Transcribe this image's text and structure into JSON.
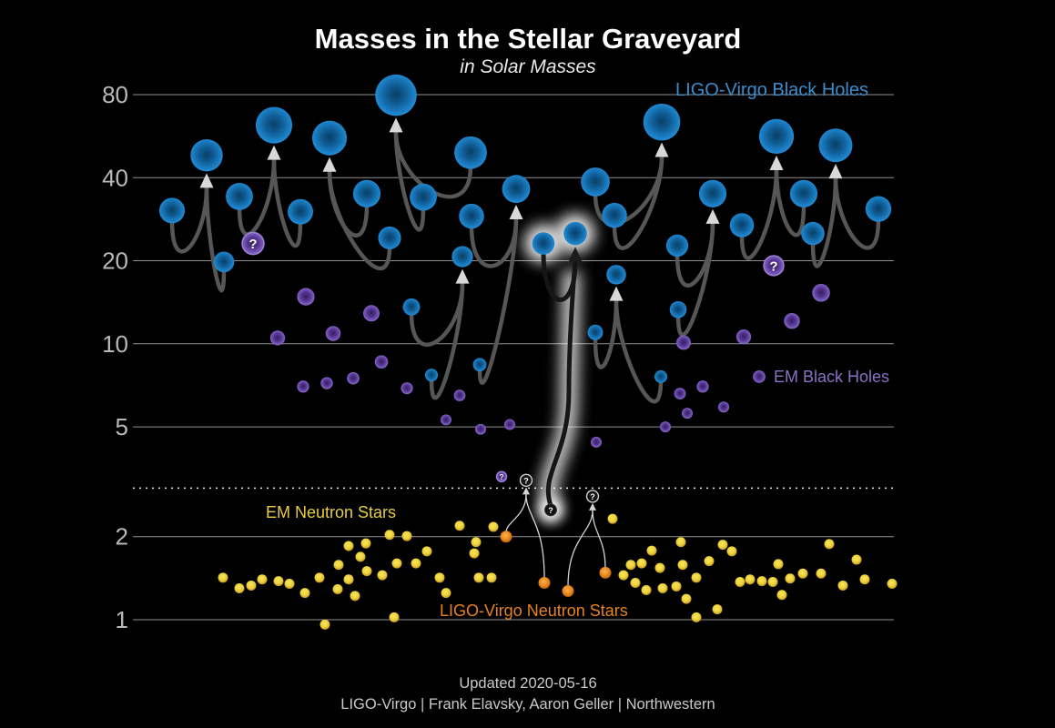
{
  "title": "Masses in the Stellar Graveyard",
  "subtitle": "in Solar Masses",
  "footer": {
    "updated": "Updated 2020-05-16",
    "credits": "LIGO-Virgo | Frank Elavsky, Aaron Geller | Northwestern"
  },
  "axis": {
    "tick_labels": [
      "80",
      "40",
      "20",
      "10",
      "5",
      "2",
      "1"
    ],
    "tick_masses": [
      80,
      40,
      20,
      10,
      5,
      2,
      1
    ],
    "boundary_line_mass": 3
  },
  "legend": {
    "ligo_virgo_black_holes": "LIGO-Virgo Black Holes",
    "em_black_holes": "EM Black Holes",
    "em_neutron_stars": "EM Neutron Stars",
    "ligo_virgo_neutron_stars": "LIGO-Virgo Neutron Stars"
  },
  "colors": {
    "background": "#000000",
    "blue": "#2287cf",
    "purple": "#7b5cb8",
    "yellow": "#e8cd3f",
    "orange": "#e8821f",
    "grid": "#8f8f8f",
    "curve": "#565656",
    "arrow": "#d8d8d8",
    "tick_text": "#b9b9b9",
    "glow": "#ffffff"
  },
  "chart_data": {
    "type": "scatter",
    "yscale": "log",
    "ylabel": "Solar Masses",
    "ylim": [
      0.9,
      90
    ],
    "grid": true,
    "series": [
      {
        "name": "LIGO-Virgo Black Holes",
        "color": "#2287cf",
        "mergers": [
          {
            "progenitors": [
              {
                "x": 189,
                "m": 30.4
              },
              {
                "x": 246,
                "m": 19.8
              }
            ],
            "final": {
              "x": 227,
              "m": 48.2
            }
          },
          {
            "progenitors": [
              {
                "x": 263,
                "m": 34.2
              },
              {
                "x": 330,
                "m": 30.1
              }
            ],
            "final": {
              "x": 301,
              "m": 62.0
            }
          },
          {
            "progenitors": [
              {
                "x": 403,
                "m": 35.0
              },
              {
                "x": 428,
                "m": 24.2
              }
            ],
            "final": {
              "x": 362,
              "m": 55.7
            }
          },
          {
            "progenitors": [
              {
                "x": 465,
                "m": 34.0
              },
              {
                "x": 517,
                "m": 49.3
              }
            ],
            "final": {
              "x": 435,
              "m": 79.6
            }
          },
          {
            "progenitors": [
              {
                "x": 518,
                "m": 29.0
              },
              {
                "x": 527,
                "m": 8.4
              }
            ],
            "final": {
              "x": 567,
              "m": 36.4
            }
          },
          {
            "progenitors": [
              {
                "x": 452,
                "m": 13.6
              },
              {
                "x": 474,
                "m": 7.7
              }
            ],
            "final": {
              "x": 508,
              "m": 20.7
            }
          },
          {
            "progenitors": [
              {
                "x": 597,
                "m": 23.1
              },
              {
                "x": 605,
                "m": 2.5,
                "mystery": true
              }
            ],
            "final": {
              "x": 632,
              "m": 25.1
            },
            "highlight": true
          },
          {
            "progenitors": [
              {
                "x": 654,
                "m": 11.0
              },
              {
                "x": 726,
                "m": 7.6
              }
            ],
            "final": {
              "x": 677,
              "m": 17.8
            }
          },
          {
            "progenitors": [
              {
                "x": 744,
                "m": 22.7
              },
              {
                "x": 745,
                "m": 13.3
              }
            ],
            "final": {
              "x": 783,
              "m": 35.0
            }
          },
          {
            "progenitors": [
              {
                "x": 815,
                "m": 26.9
              },
              {
                "x": 883,
                "m": 35.0
              }
            ],
            "final": {
              "x": 853,
              "m": 56.5
            }
          },
          {
            "progenitors": [
              {
                "x": 893,
                "m": 25.1
              },
              {
                "x": 965,
                "m": 30.8
              }
            ],
            "final": {
              "x": 918,
              "m": 52.4
            }
          },
          {
            "progenitors": [
              {
                "x": 654,
                "m": 38.6
              },
              {
                "x": 675,
                "m": 29.2
              }
            ],
            "final": {
              "x": 727,
              "m": 63.6
            }
          }
        ]
      },
      {
        "name": "EM Black Holes",
        "color": "#7b5cb8",
        "points": [
          {
            "x": 278,
            "m": 23.1,
            "q": true
          },
          {
            "x": 850,
            "m": 19.2,
            "q": true
          },
          {
            "x": 336,
            "m": 14.8
          },
          {
            "x": 408,
            "m": 12.9
          },
          {
            "x": 305,
            "m": 10.5
          },
          {
            "x": 366,
            "m": 10.9
          },
          {
            "x": 419,
            "m": 8.6
          },
          {
            "x": 359,
            "m": 7.2
          },
          {
            "x": 333,
            "m": 7.0
          },
          {
            "x": 388,
            "m": 7.5
          },
          {
            "x": 447,
            "m": 6.9
          },
          {
            "x": 505,
            "m": 6.5
          },
          {
            "x": 490,
            "m": 5.3
          },
          {
            "x": 528,
            "m": 4.9
          },
          {
            "x": 560,
            "m": 5.1
          },
          {
            "x": 655,
            "m": 4.4
          },
          {
            "x": 751,
            "m": 10.1
          },
          {
            "x": 772,
            "m": 7.0
          },
          {
            "x": 747,
            "m": 6.6
          },
          {
            "x": 755,
            "m": 5.6
          },
          {
            "x": 731,
            "m": 5.0
          },
          {
            "x": 795,
            "m": 5.9
          },
          {
            "x": 902,
            "m": 15.3
          },
          {
            "x": 870,
            "m": 12.1
          },
          {
            "x": 817,
            "m": 10.6
          },
          {
            "x": 834,
            "m": 7.6
          },
          {
            "x": 551,
            "m": 3.3,
            "q": true,
            "small": true
          }
        ]
      },
      {
        "name": "EM Neutron Stars",
        "color": "#e8cd3f",
        "points": [
          {
            "x": 245,
            "m": 1.42
          },
          {
            "x": 263,
            "m": 1.3
          },
          {
            "x": 276,
            "m": 1.33
          },
          {
            "x": 288,
            "m": 1.4
          },
          {
            "x": 306,
            "m": 1.38
          },
          {
            "x": 318,
            "m": 1.35
          },
          {
            "x": 335,
            "m": 1.25
          },
          {
            "x": 351,
            "m": 1.42
          },
          {
            "x": 371,
            "m": 1.29
          },
          {
            "x": 372,
            "m": 1.58
          },
          {
            "x": 383,
            "m": 1.85
          },
          {
            "x": 383,
            "m": 1.4
          },
          {
            "x": 390,
            "m": 1.22
          },
          {
            "x": 396,
            "m": 1.69
          },
          {
            "x": 402,
            "m": 1.89
          },
          {
            "x": 403,
            "m": 1.5
          },
          {
            "x": 357,
            "m": 0.96
          },
          {
            "x": 420,
            "m": 1.45
          },
          {
            "x": 428,
            "m": 2.03
          },
          {
            "x": 433,
            "m": 1.02
          },
          {
            "x": 436,
            "m": 1.6
          },
          {
            "x": 447,
            "m": 2.01
          },
          {
            "x": 457,
            "m": 1.6
          },
          {
            "x": 469,
            "m": 1.77
          },
          {
            "x": 483,
            "m": 1.42
          },
          {
            "x": 490,
            "m": 1.25
          },
          {
            "x": 505,
            "m": 2.19
          },
          {
            "x": 521,
            "m": 1.74
          },
          {
            "x": 523,
            "m": 1.91
          },
          {
            "x": 526,
            "m": 1.42
          },
          {
            "x": 540,
            "m": 1.42
          },
          {
            "x": 542,
            "m": 2.17
          },
          {
            "x": 673,
            "m": 2.32
          },
          {
            "x": 685,
            "m": 1.45
          },
          {
            "x": 693,
            "m": 1.58
          },
          {
            "x": 698,
            "m": 1.36
          },
          {
            "x": 705,
            "m": 1.6
          },
          {
            "x": 710,
            "m": 1.28
          },
          {
            "x": 716,
            "m": 1.78
          },
          {
            "x": 725,
            "m": 1.54
          },
          {
            "x": 728,
            "m": 1.3
          },
          {
            "x": 743,
            "m": 1.32
          },
          {
            "x": 748,
            "m": 1.91
          },
          {
            "x": 750,
            "m": 1.58
          },
          {
            "x": 754,
            "m": 1.19
          },
          {
            "x": 765,
            "m": 1.42
          },
          {
            "x": 765,
            "m": 1.02
          },
          {
            "x": 779,
            "m": 1.63
          },
          {
            "x": 788,
            "m": 1.09
          },
          {
            "x": 794,
            "m": 1.87
          },
          {
            "x": 804,
            "m": 1.77
          },
          {
            "x": 813,
            "m": 1.37
          },
          {
            "x": 824,
            "m": 1.4
          },
          {
            "x": 837,
            "m": 1.38
          },
          {
            "x": 849,
            "m": 1.37
          },
          {
            "x": 855,
            "m": 1.59
          },
          {
            "x": 859,
            "m": 1.23
          },
          {
            "x": 868,
            "m": 1.41
          },
          {
            "x": 882,
            "m": 1.47
          },
          {
            "x": 911,
            "m": 1.88
          },
          {
            "x": 941,
            "m": 1.65
          },
          {
            "x": 902,
            "m": 1.47
          },
          {
            "x": 926,
            "m": 1.33
          },
          {
            "x": 950,
            "m": 1.4
          },
          {
            "x": 980,
            "m": 1.35
          }
        ]
      },
      {
        "name": "LIGO-Virgo Neutron Stars",
        "color": "#e8821f",
        "mergers": [
          {
            "progenitors": [
              {
                "x": 556,
                "m": 2.0
              },
              {
                "x": 598,
                "m": 1.36
              }
            ],
            "remnant": {
              "x": 578,
              "m": 3.2
            }
          },
          {
            "progenitors": [
              {
                "x": 624,
                "m": 1.27
              },
              {
                "x": 665,
                "m": 1.48
              }
            ],
            "remnant": {
              "x": 651,
              "m": 2.8
            }
          }
        ]
      }
    ]
  }
}
